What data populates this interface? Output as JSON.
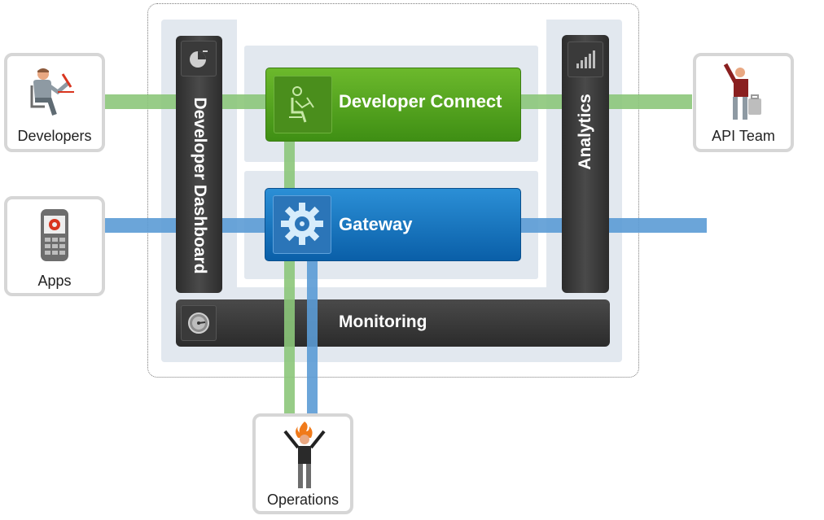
{
  "actors": {
    "developers": {
      "label": "Developers"
    },
    "apps": {
      "label": "Apps"
    },
    "api_team": {
      "label": "API Team"
    },
    "operations": {
      "label": "Operations"
    }
  },
  "components": {
    "developer_connect": {
      "label": "Developer Connect"
    },
    "gateway": {
      "label": "Gateway"
    },
    "developer_dashboard": {
      "label": "Developer Dashboard"
    },
    "analytics": {
      "label": "Analytics"
    },
    "monitoring": {
      "label": "Monitoring"
    }
  },
  "colors": {
    "developer_connect": "#4fa31e",
    "gateway": "#1a77c4",
    "green_line": "#8cc77a",
    "blue_line": "#5b9bd5",
    "dark_bar": "#333333"
  },
  "icons": {
    "developers": "person-at-laptop-icon",
    "apps": "mobile-phone-gear-icon",
    "api_team": "traveler-with-suitcase-icon",
    "operations": "person-on-fire-icon",
    "developer_dashboard": "pie-chart-icon",
    "analytics": "signal-bars-icon",
    "monitoring": "speedometer-icon",
    "developer_connect": "person-at-laptop-icon",
    "gateway": "gear-icon"
  }
}
